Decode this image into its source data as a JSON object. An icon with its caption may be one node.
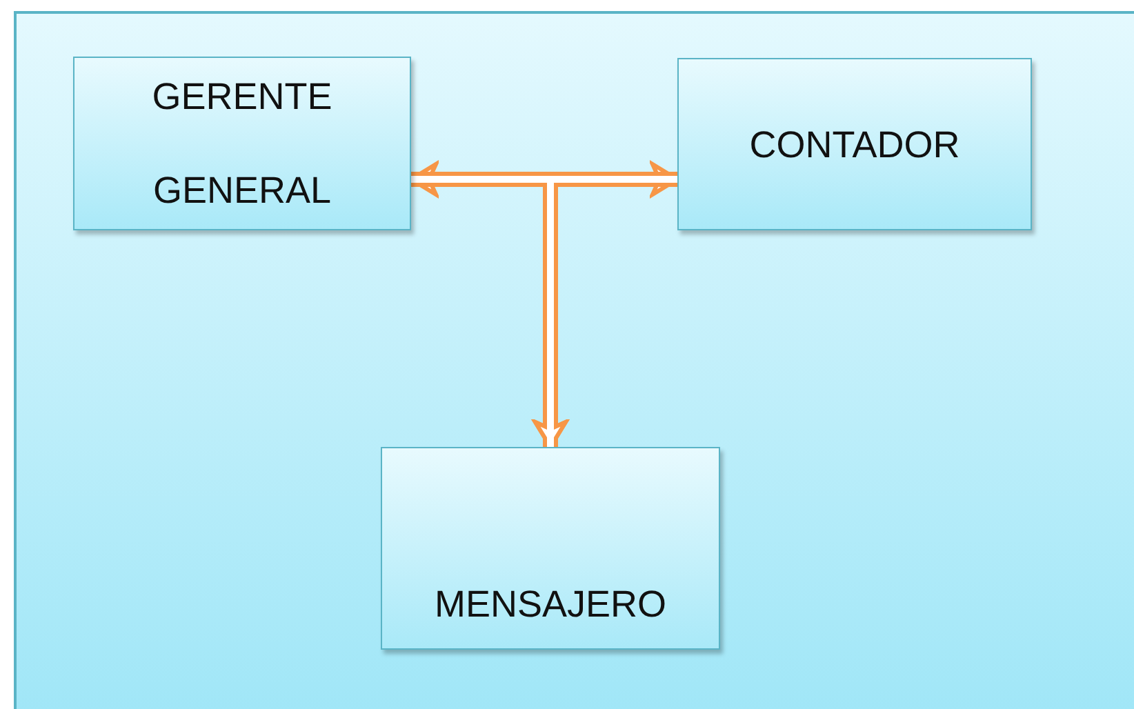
{
  "diagram": {
    "nodes": [
      {
        "text": [
          "GERENTE GENERAL"
        ]
      },
      {
        "text": [
          "CONTADOR"
        ]
      },
      {
        "text": [
          "MENSAJERO"
        ]
      }
    ],
    "edges": [
      {
        "from": 0,
        "to": 1,
        "arrow": "both",
        "color": "#f79646"
      },
      {
        "from": 0,
        "to": 2,
        "arrow": "to",
        "color": "#f79646"
      },
      {
        "from": 1,
        "to": 2,
        "arrow": "to",
        "color": "#f79646"
      }
    ]
  }
}
